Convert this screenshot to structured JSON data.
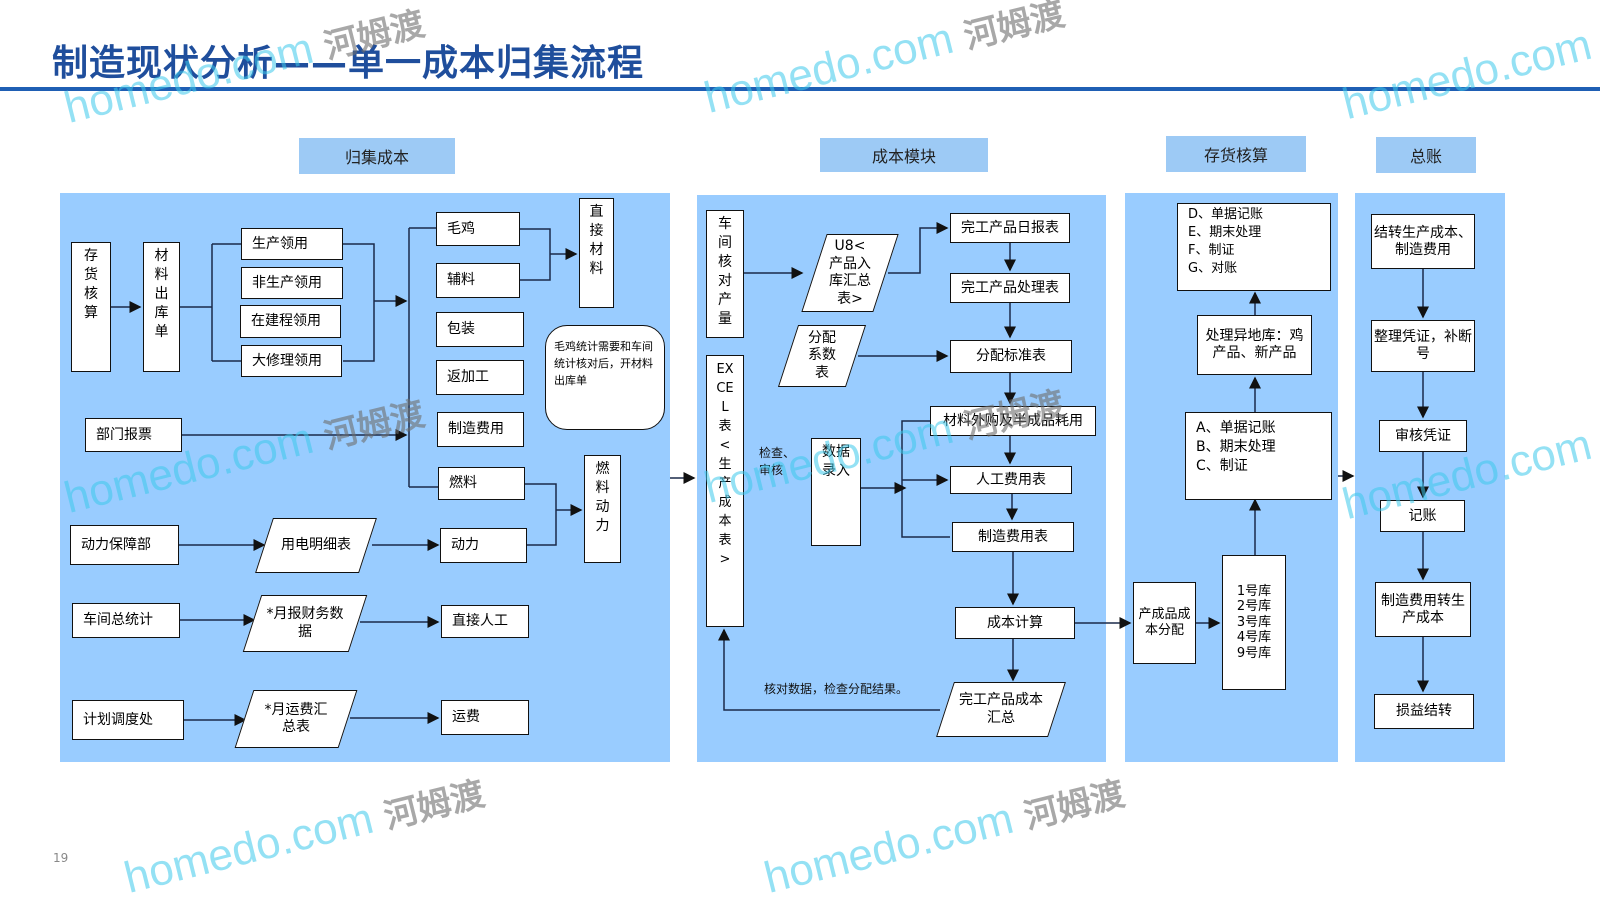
{
  "title": "制造现状分析——单一成本归集流程",
  "page_number": "19",
  "watermark": {
    "brand": "homedo.com",
    "cn": "河姆渡"
  },
  "sections": [
    "归集成本",
    "成本模块",
    "存货核算",
    "总账"
  ],
  "collect": {
    "inventory": "存货核算",
    "issue_slip": "材料出库单",
    "uses": [
      "生产领用",
      "非生产领用",
      "在建程领用",
      "大修理领用"
    ],
    "items": [
      "毛鸡",
      "辅料",
      "包装",
      "返加工",
      "制造费用",
      "燃料",
      "动力",
      "直接人工",
      "运费"
    ],
    "direct_material": "直接材料",
    "fuel_power": "燃料动力",
    "callout": "毛鸡统计需要和车间统计核对后，开材料出库单",
    "dept_ticket": "部门报票",
    "power_dept": "动力保障部",
    "workshop_stats": "车间总统计",
    "planning": "计划调度处",
    "elec_detail": "用电明细表",
    "monthly_report": "*月报财务数据",
    "freight_summary": "*月运费汇总表"
  },
  "cost": {
    "workshop_check": "车间核对产量",
    "excel": "EXCEL表<生产成本表>",
    "u8": "U8<产品入库汇总表>",
    "alloc_coef": "分配系数表",
    "data_entry": "数据录入",
    "check_label": "检查、审核",
    "daily": "完工产品日报表",
    "processing": "完工产品处理表",
    "alloc_std": "分配标准表",
    "material": "材料外购及半成品耗用",
    "labor": "人工费用表",
    "overhead": "制造费用表",
    "calc": "成本计算",
    "finished_summary": "完工产品成本汇总",
    "verify_label": "核对数据，检查分配结果。"
  },
  "inventory": {
    "alloc": "产成品成本分配",
    "warehouses": [
      "1号库",
      "2号库",
      "3号库",
      "4号库",
      "9号库"
    ],
    "abc": [
      "A、单据记账",
      "B、期末处理",
      "C、制证"
    ],
    "remote": "处理异地库：鸡产品、新产品",
    "defg": [
      "D、单据记账",
      "E、期末处理",
      "F、制证",
      "G、对账"
    ]
  },
  "ledger": [
    "结转生产成本、制造费用",
    "整理凭证，补断号",
    "审核凭证",
    "记账",
    "制造费用转生产成本",
    "损益结转"
  ]
}
